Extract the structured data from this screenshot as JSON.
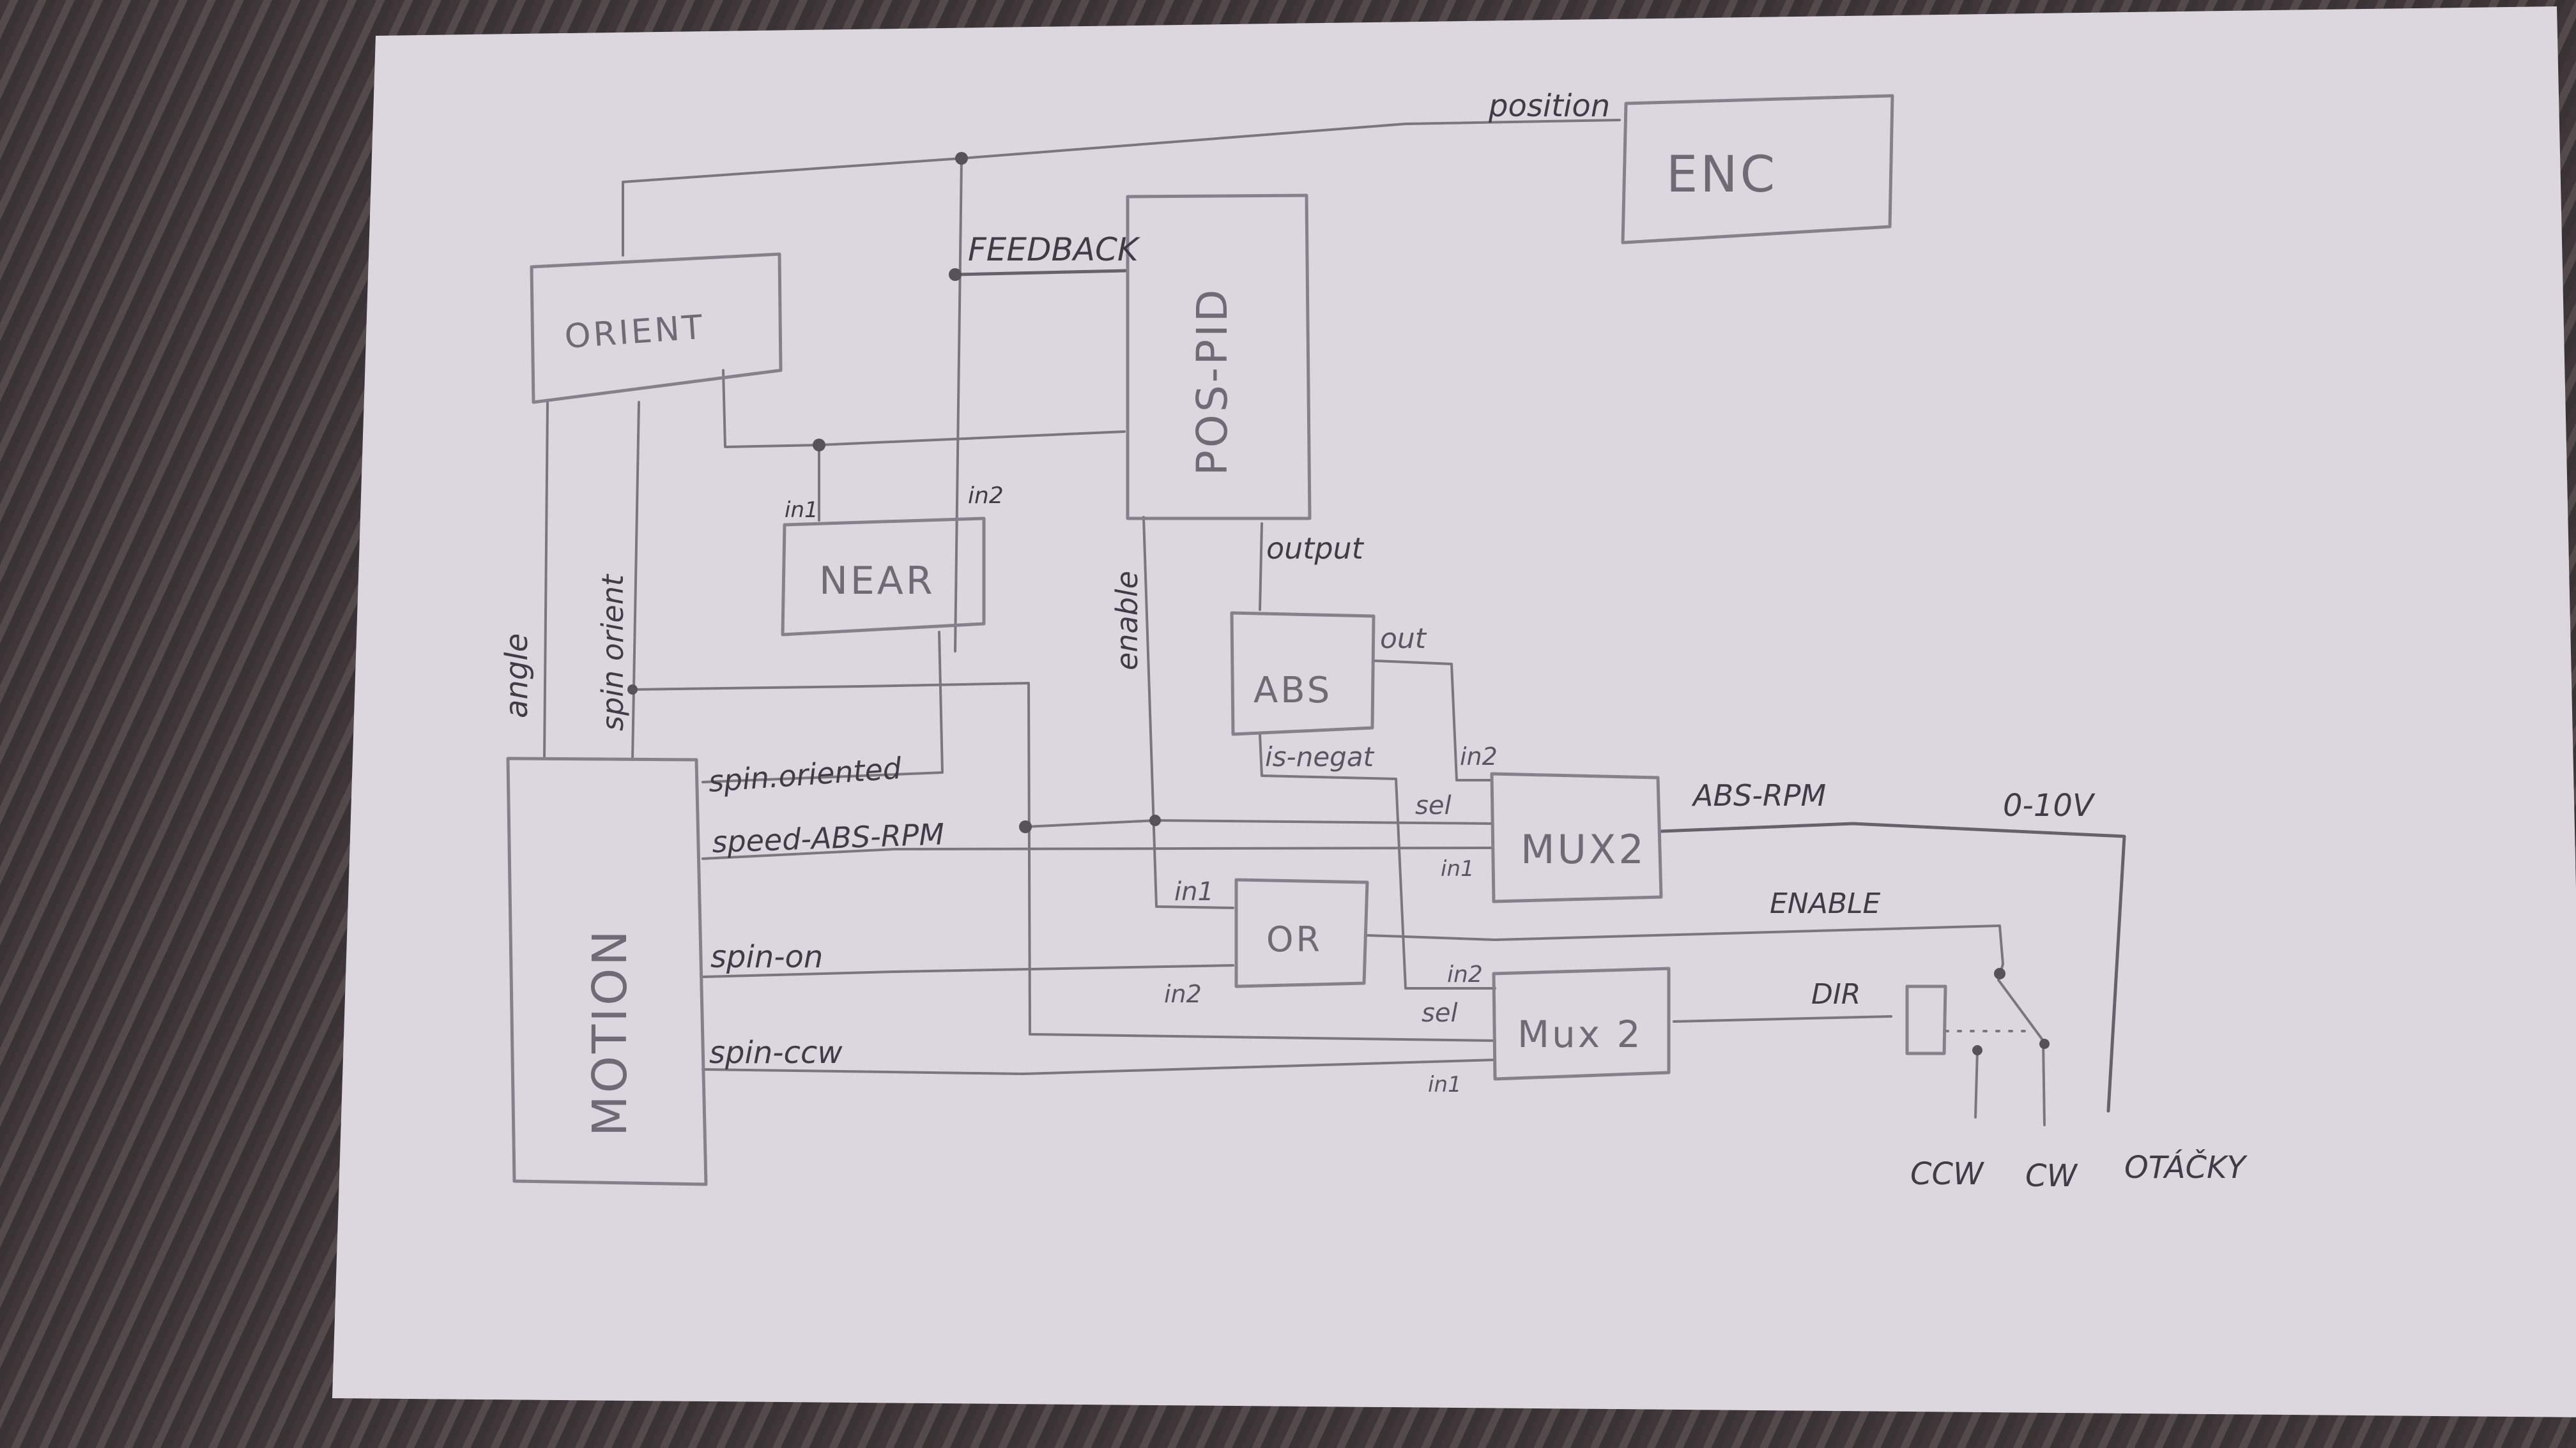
{
  "blocks": {
    "enc": "ENC",
    "orient": "ORIENT",
    "pos_pid": "POS-PID",
    "near": "NEAR",
    "abs": "ABS",
    "mux2_top": "MUX2",
    "or": "OR",
    "mux2_bottom": "Mux 2",
    "motion": "MOTION"
  },
  "signals": {
    "position": "position",
    "feedback": "FEEDBACK",
    "near_in1": "in1",
    "near_in2": "in2",
    "output": "output",
    "enable": "enable",
    "angle": "angle",
    "spin_orient": "spin orient",
    "spin_oriented": "spin.oriented",
    "speed_abs_rpm": "speed-ABS-RPM",
    "spin_on": "spin-on",
    "spin_ccw": "spin-ccw",
    "abs_out": "out",
    "is_negat": "is-negat",
    "mux_top_in2": "in2",
    "mux_top_sel": "sel",
    "mux_top_in1": "in1",
    "or_in1": "in1",
    "or_in2": "in2",
    "mux_bot_in2": "in2",
    "mux_bot_sel": "sel",
    "mux_bot_in1": "in1",
    "abs_rpm": "ABS-RPM",
    "zero_ten_v": "0-10V",
    "enable_out": "ENABLE",
    "dir": "DIR"
  },
  "terminals": {
    "ccw": "CCW",
    "cw": "CW",
    "otacky": "OTÁČKY"
  }
}
